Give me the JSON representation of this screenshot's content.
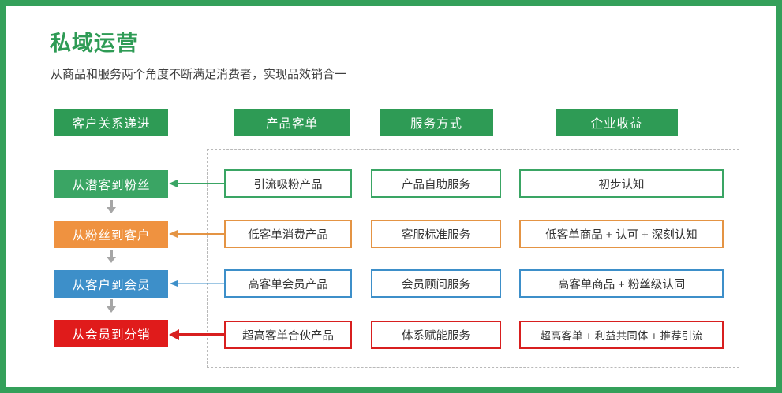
{
  "page": {
    "title": "私域运营",
    "subtitle": "从商品和服务两个角度不断满足消费者，实现品效销合一",
    "frame_color": "#34a05a"
  },
  "column_headers": [
    {
      "label": "客户关系递进",
      "color": "#2e9b55"
    },
    {
      "label": "产品客单",
      "color": "#2e9b55"
    },
    {
      "label": "服务方式",
      "color": "#2e9b55"
    },
    {
      "label": "企业收益",
      "color": "#2e9b55"
    }
  ],
  "stages": [
    {
      "label": "从潜客到粉丝",
      "color": "#3aa564"
    },
    {
      "label": "从粉丝到客户",
      "color": "#ef9240"
    },
    {
      "label": "从客户到会员",
      "color": "#3d8fc9"
    },
    {
      "label": "从会员到分销",
      "color": "#e01b1b"
    }
  ],
  "rows": [
    {
      "color": "#3aa564",
      "product": "引流吸粉产品",
      "service": "产品自助服务",
      "benefit": "初步认知"
    },
    {
      "color": "#e49444",
      "product": "低客单消费产品",
      "service": "客服标准服务",
      "benefit": "低客单商品 + 认可 + 深刻认知"
    },
    {
      "color": "#3d8fc9",
      "product": "高客单会员产品",
      "service": "会员顾问服务",
      "benefit": "高客单商品 + 粉丝级认同"
    },
    {
      "color": "#d81f1f",
      "product": "超高客单合伙产品",
      "service": "体系赋能服务",
      "benefit": "超高客单 + 利益共同体 + 推荐引流"
    }
  ],
  "connectors": {
    "down_arrow_color": "#a6a6a6",
    "left_arrow_colors": [
      "#3aa564",
      "#e49444",
      "#3d8fc9",
      "#d81f1f"
    ]
  }
}
